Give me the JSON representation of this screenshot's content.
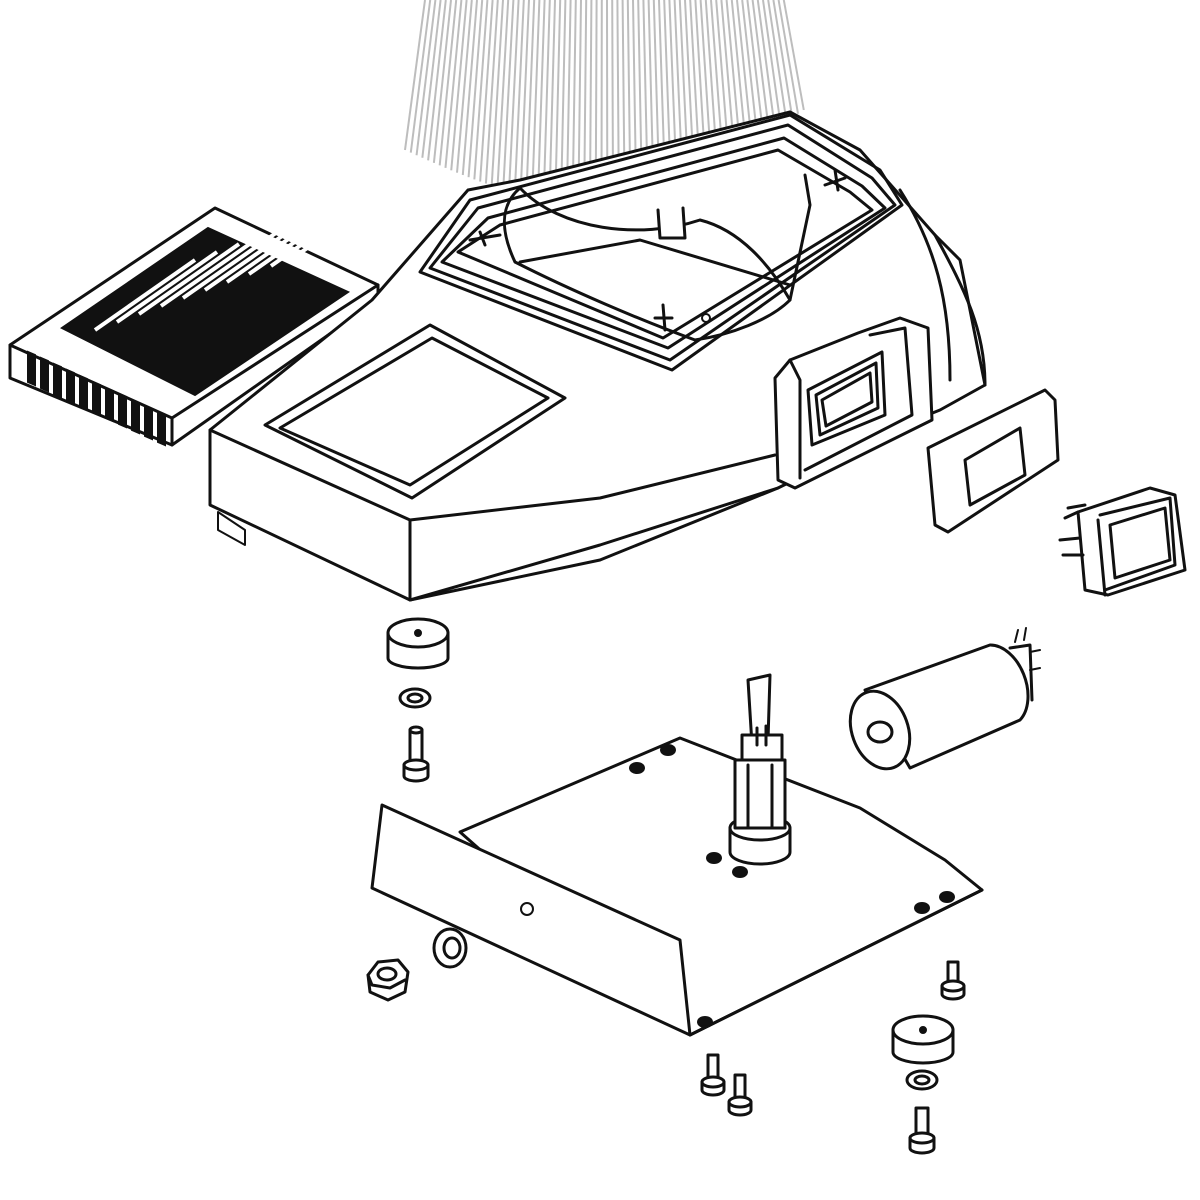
{
  "diagram": {
    "type": "exploded-view",
    "colors": {
      "line": "#111111",
      "background": "#ffffff",
      "brush": "#bdbdbd"
    },
    "parts": [
      "brush-bristles",
      "main-housing",
      "ventilation-grille",
      "housing-pocket",
      "motor-opening",
      "switch-housing",
      "switch-bezel",
      "rocker-switch",
      "rubber-foot",
      "washer",
      "screw",
      "capacitor",
      "base-plate",
      "motor-shaft-coupling",
      "hex-nut",
      "grommet"
    ]
  }
}
